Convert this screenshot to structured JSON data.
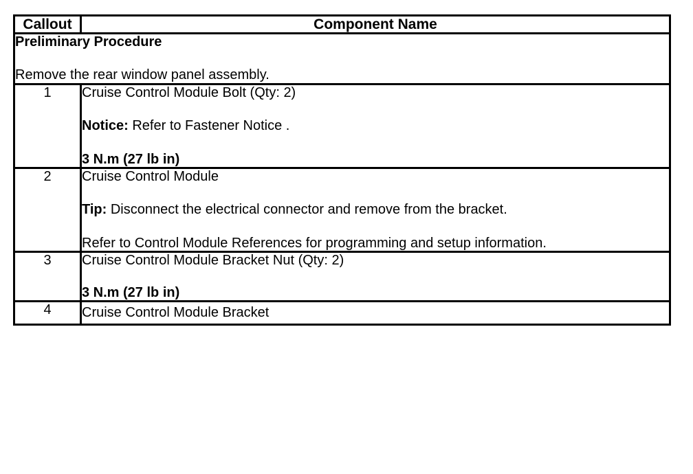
{
  "document": {
    "type": "service-procedure-callout-table"
  },
  "table": {
    "headers": {
      "callout": "Callout",
      "component_name": "Component Name"
    },
    "preliminary": {
      "title": "Preliminary Procedure",
      "text": "Remove the rear window panel assembly."
    },
    "rows": [
      {
        "callout": "1",
        "lines": [
          {
            "text": "Cruise Control Module Bolt (Qty: 2)"
          },
          {
            "bold_prefix": "Notice:",
            "text": " Refer to Fastener Notice ."
          },
          {
            "bold_all": "3 N.m (27 lb in)"
          }
        ]
      },
      {
        "callout": "2",
        "lines": [
          {
            "text": "Cruise Control Module"
          },
          {
            "bold_prefix": "Tip:",
            "text": " Disconnect the electrical connector and remove from the bracket."
          },
          {
            "text": "Refer to Control Module References for programming and setup information."
          }
        ]
      },
      {
        "callout": "3",
        "lines": [
          {
            "text": "Cruise Control Module Bracket Nut (Qty: 2)"
          },
          {
            "bold_all": "3 N.m (27 lb in)"
          }
        ]
      },
      {
        "callout": "4",
        "lines": [
          {
            "text": "Cruise Control Module Bracket"
          }
        ]
      }
    ]
  },
  "colors": {
    "border": "#000000",
    "text": "#000000",
    "background": "#ffffff"
  }
}
